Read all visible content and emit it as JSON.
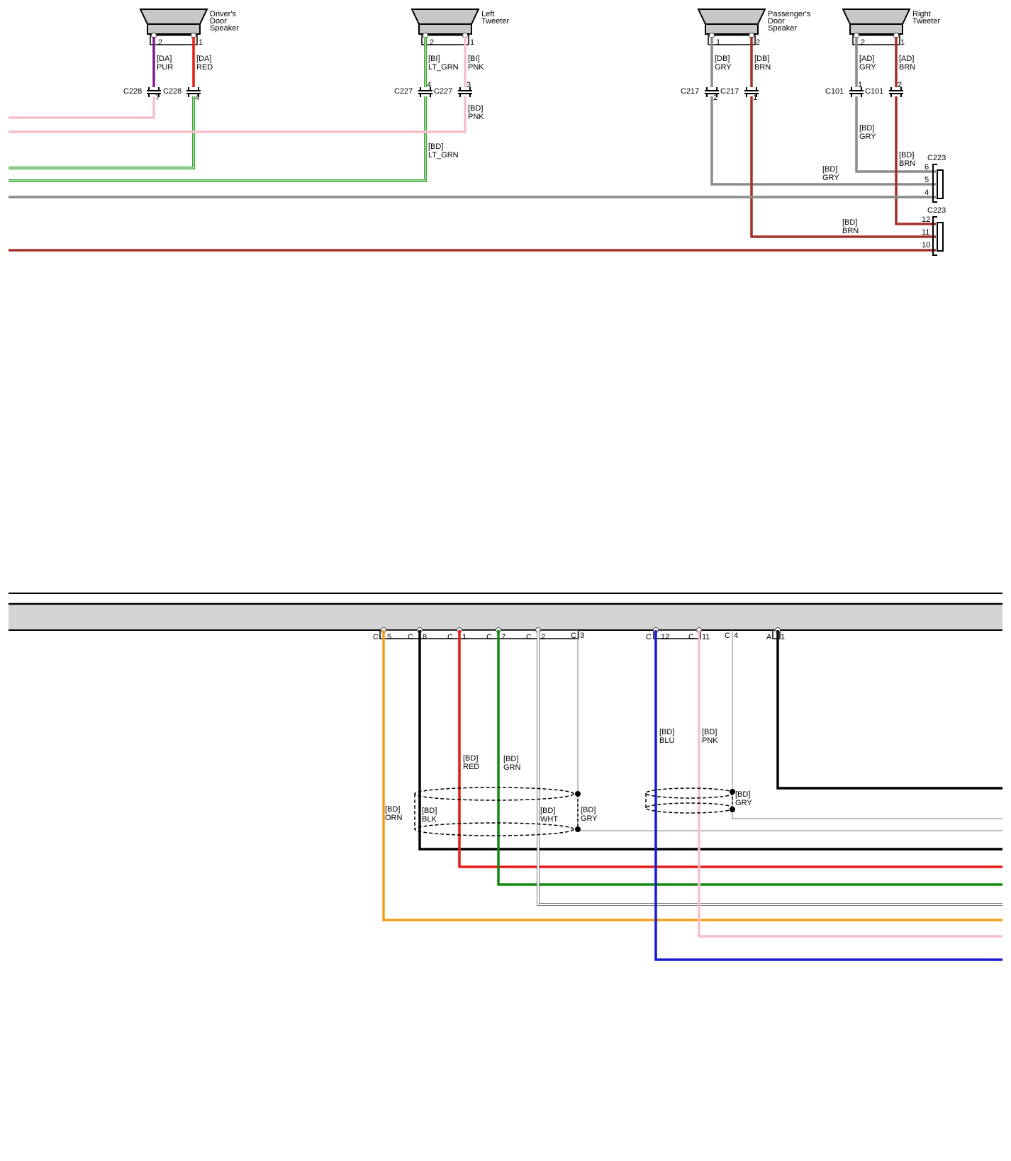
{
  "speakers": [
    {
      "id": "drivers",
      "title_lines": [
        "Driver's",
        "Door",
        "Speaker"
      ],
      "pin_left": "2",
      "pin_right": "1"
    },
    {
      "id": "left-tweeter",
      "title_lines": [
        "Left",
        "Tweeter"
      ],
      "pin_left": "2",
      "pin_right": "1"
    },
    {
      "id": "passengers",
      "title_lines": [
        "Passenger's",
        "Door",
        "Speaker"
      ],
      "pin_left": "1",
      "pin_right": "2"
    },
    {
      "id": "right-tweeter",
      "title_lines": [
        "Right",
        "Tweeter"
      ],
      "pin_left": "2",
      "pin_right": "1"
    }
  ],
  "upper_wire_labels": {
    "drv_a": [
      "[DA]",
      "PUR"
    ],
    "drv_b": [
      "[DA]",
      "RED"
    ],
    "lt_a": [
      "[BI]",
      "LT_GRN"
    ],
    "lt_b": [
      "[BI]",
      "PNK"
    ],
    "lt_c": [
      "[BD]",
      "PNK"
    ],
    "lt_d": [
      "[BD]",
      "LT_GRN"
    ],
    "ps_a": [
      "[DB]",
      "GRY"
    ],
    "ps_b": [
      "[DB]",
      "BRN"
    ],
    "rt_a": [
      "[AD]",
      "GRY"
    ],
    "rt_b": [
      "[AD]",
      "BRN"
    ],
    "rt_c": [
      "[BD]",
      "GRY"
    ],
    "rt_d": [
      "[BD]",
      "BRN"
    ],
    "h_gry": [
      "[BD]",
      "GRY"
    ],
    "h_brn": [
      "[BD]",
      "BRN"
    ]
  },
  "inline_connectors": {
    "c228_left": {
      "name": "C228",
      "pin": "7"
    },
    "c228_right": {
      "name": "C228",
      "pin": "4"
    },
    "c227_left": {
      "name": "C227",
      "pin": "4"
    },
    "c227_right": {
      "name": "C227",
      "pin": "3"
    },
    "c217_left": {
      "name": "C217",
      "pin": "2"
    },
    "c217_right": {
      "name": "C217",
      "pin": "1"
    },
    "c101_left": {
      "name": "C101",
      "pin": "1"
    },
    "c101_right": {
      "name": "C101",
      "pin": "2"
    }
  },
  "c223": {
    "name_top": "C223",
    "name_bottom": "C223",
    "pins_top": [
      "6",
      "5",
      "4"
    ],
    "pins_bottom": [
      "12",
      "11",
      "10"
    ]
  },
  "module_pins": [
    {
      "letter": "C",
      "pin": "5"
    },
    {
      "letter": "C",
      "pin": "8"
    },
    {
      "letter": "C",
      "pin": "1"
    },
    {
      "letter": "C",
      "pin": "7"
    },
    {
      "letter": "C",
      "pin": "2"
    },
    {
      "letter": "C",
      "pin": "3"
    },
    {
      "letter": "C",
      "pin": "12"
    },
    {
      "letter": "C",
      "pin": "11"
    },
    {
      "letter": "C",
      "pin": "4"
    },
    {
      "letter": "A",
      "pin": "1"
    }
  ],
  "lower_wire_labels": {
    "orn": [
      "[BD]",
      "ORN"
    ],
    "blk": [
      "[BD]",
      "BLK"
    ],
    "red": [
      "[BD]",
      "RED"
    ],
    "grn": [
      "[BD]",
      "GRN"
    ],
    "wht": [
      "[BD]",
      "WHT"
    ],
    "gry1": [
      "[BD]",
      "GRY"
    ],
    "blu": [
      "[BD]",
      "BLU"
    ],
    "pnk": [
      "[BD]",
      "PNK"
    ],
    "gry2": [
      "[BD]",
      "GRY"
    ]
  },
  "colors": {
    "purple": "#7a1f8a",
    "red": "#e41b17",
    "pink": "#f7bfcc",
    "lt_green": "#3aaa35",
    "gray": "#8c8c8c",
    "brown": "#a3302a",
    "orange": "#f0a01a",
    "black": "#000000",
    "green": "#128a12",
    "blue": "#1a1ad6",
    "thin_gray": "#9a9a9a",
    "module_fill": "#d4d4d4"
  }
}
